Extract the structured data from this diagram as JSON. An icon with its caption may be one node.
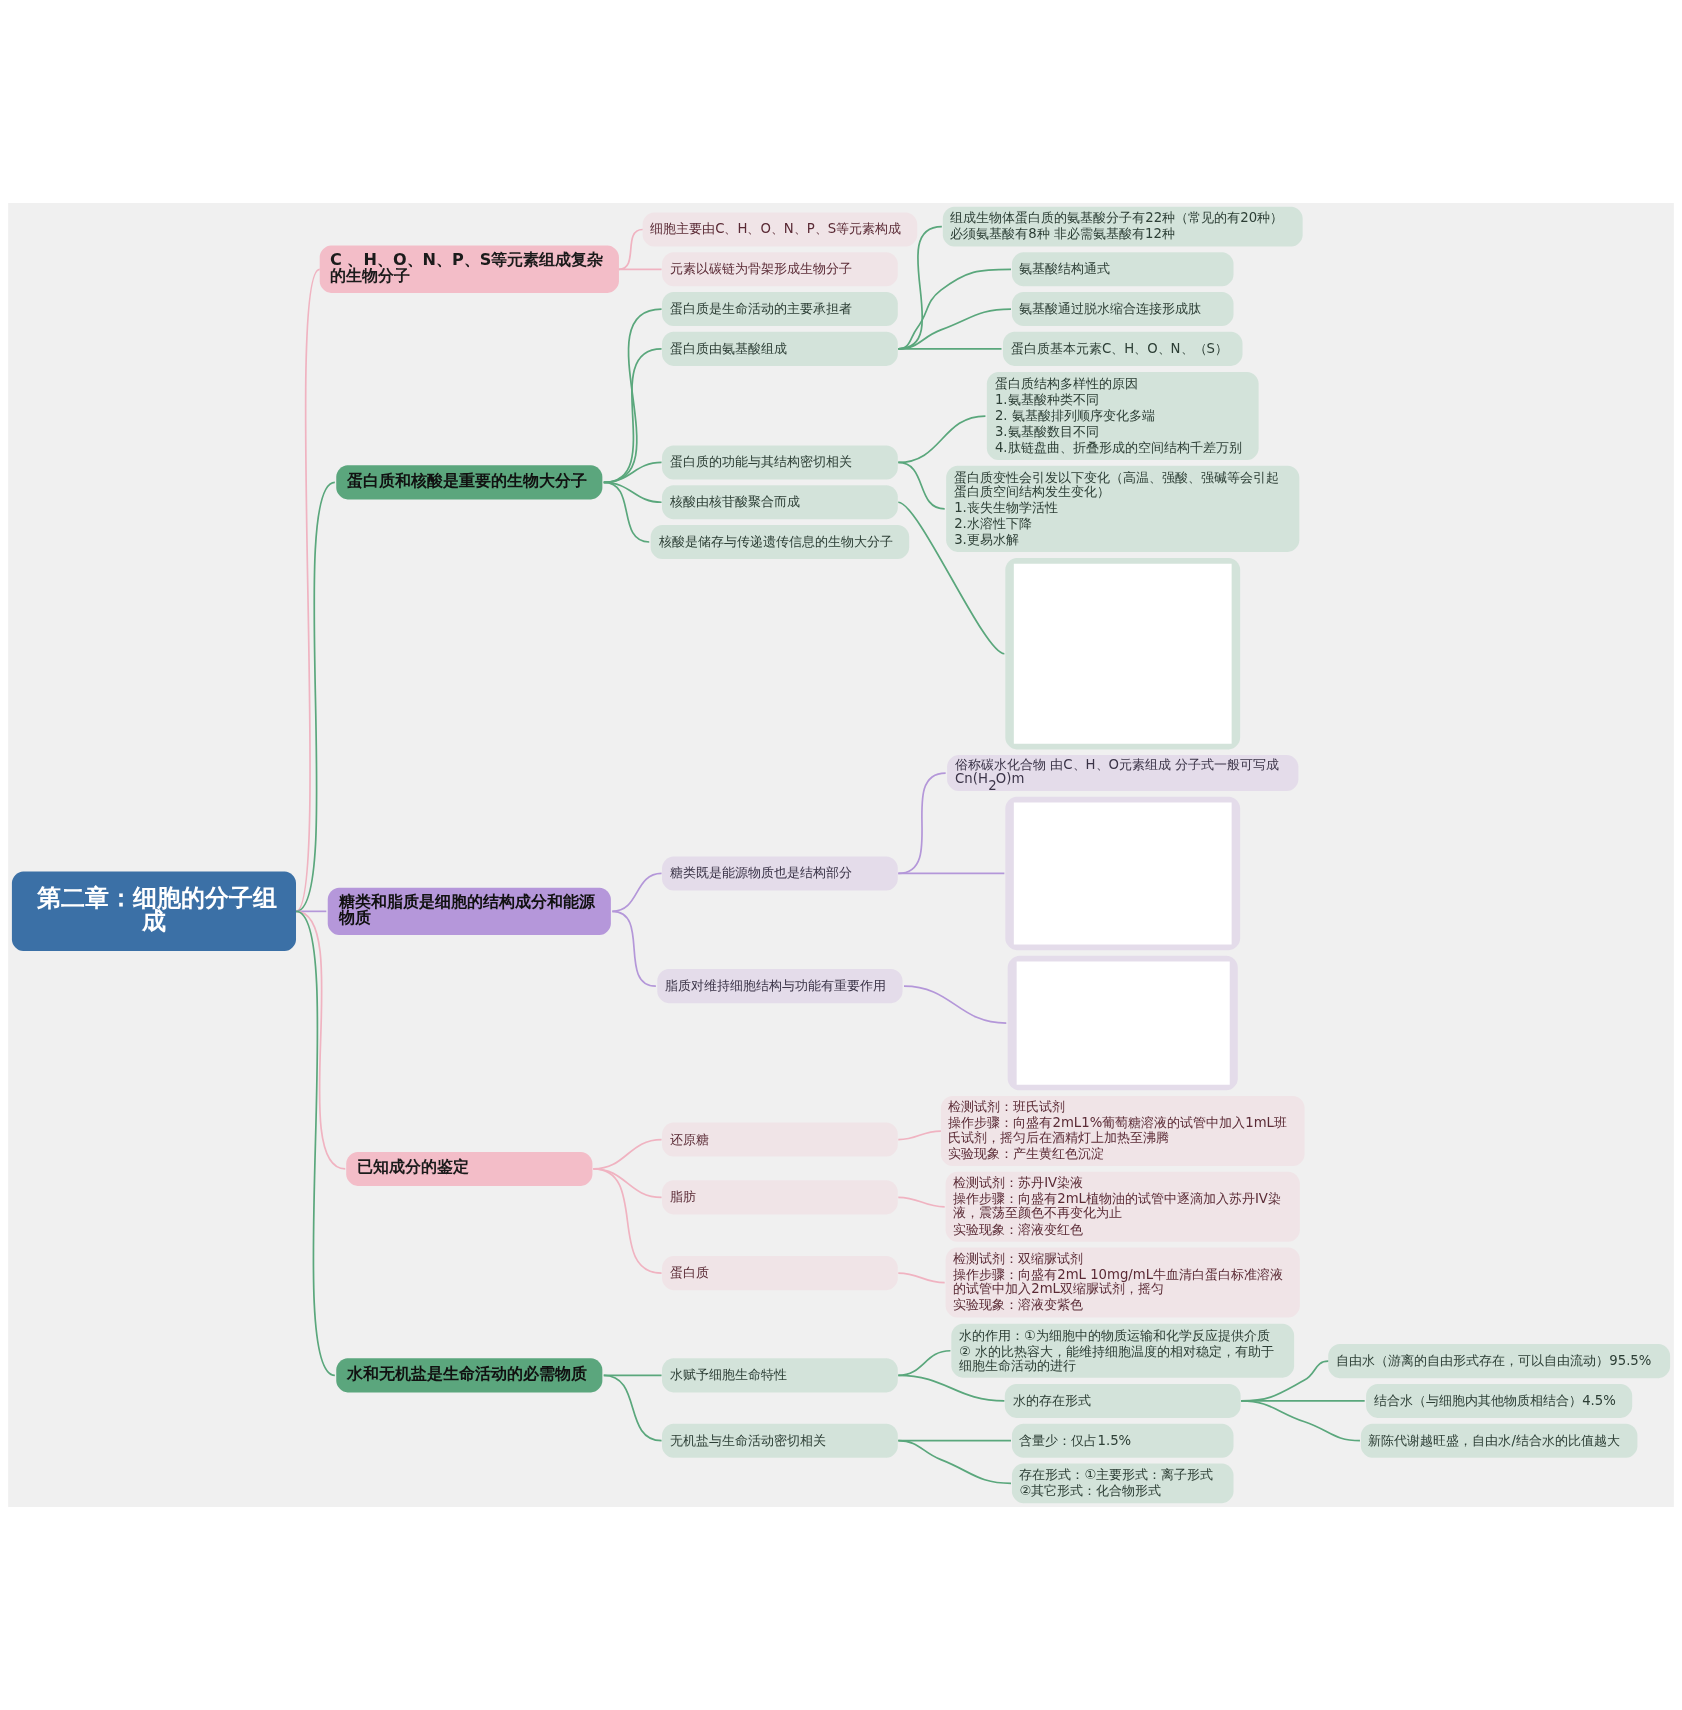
{
  "diagram": {
    "nodes": [
      {
        "text": [
          "第二章：细胞的分子组成"
        ]
      },
      {
        "text": [
          "C 、H、O、N、P、S等元素组成复杂的生物分子"
        ]
      },
      {
        "text": [
          "细胞主要由C、H、O、N、P、S等元素构成"
        ]
      },
      {
        "text": [
          "元素以碳链为骨架形成生物分子"
        ]
      },
      {
        "text": [
          "蛋白质和核酸是重要的生物大分子"
        ]
      },
      {
        "text": [
          "蛋白质是生命活动的主要承担者"
        ]
      },
      {
        "text": [
          "蛋白质由氨基酸组成"
        ]
      },
      {
        "text": [
          "组成生物体蛋白质的氨基酸分子有22种（常见的有20种）",
          "必须氨基酸有8种 非必需氨基酸有12种"
        ]
      },
      {
        "text": [
          "氨基酸结构通式"
        ]
      },
      {
        "text": [
          "氨基酸通过脱水缩合连接形成肽"
        ]
      },
      {
        "text": [
          "蛋白质基本元素C、H、O、N、（S）"
        ]
      },
      {
        "text": [
          "蛋白质的功能与其结构密切相关"
        ]
      },
      {
        "text": [
          "蛋白质结构多样性的原因",
          "1.氨基酸种类不同",
          "2. 氨基酸排列顺序变化多端",
          "3.氨基酸数目不同",
          "4.肽链盘曲、折叠形成的空间结构千差万别"
        ]
      },
      {
        "text": [
          "蛋白质变性会引发以下变化（高温、强酸、强碱等会引起蛋白质空间结构发生变化）",
          "1.丧失生物学活性",
          "2.水溶性下降",
          "3.更易水解"
        ]
      },
      {
        "text": [
          "核酸由核苷酸聚合而成"
        ]
      },
      {
        "text": [],
        "shape": "picture"
      },
      {
        "text": [
          "核酸是储存与传递遗传信息的生物大分子"
        ]
      },
      {
        "text": [
          "糖类和脂质是细胞的结构成分和能源物质"
        ]
      },
      {
        "text": [
          "糖类既是能源物质也是结构部分"
        ]
      },
      {
        "text": [
          "俗称碳水化合物 由C、H、O元素组成 分子式一般可写成Cn(H$_{2}$O)m"
        ]
      },
      {
        "text": [],
        "shape": "picture"
      },
      {
        "text": [
          "脂质对维持细胞结构与功能有重要作用"
        ]
      },
      {
        "text": [],
        "shape": "picture"
      },
      {
        "text": [
          "已知成分的鉴定"
        ]
      },
      {
        "text": [
          "还原糖"
        ]
      },
      {
        "text": [
          "检测试剂：班氏试剂",
          "操作步骤：向盛有2mL1%葡萄糖溶液的试管中加入1mL班氏试剂，摇匀后在酒精灯上加热至沸腾",
          "实验现象：产生黄红色沉淀"
        ]
      },
      {
        "text": [
          "脂肪"
        ]
      },
      {
        "text": [
          "检测试剂：苏丹IV染液",
          "操作步骤：向盛有2mL植物油的试管中逐滴加入苏丹IV染液，震荡至颜色不再变化为止",
          "实验现象：溶液变红色"
        ]
      },
      {
        "text": [
          "蛋白质"
        ]
      },
      {
        "text": [
          "检测试剂：双缩脲试剂",
          "操作步骤：向盛有2mL 10mg/mL牛血清白蛋白标准溶液的试管中加入2mL双缩脲试剂，摇匀",
          "实验现象：溶液变紫色"
        ]
      },
      {
        "text": [
          "水和无机盐是生命活动的必需物质"
        ]
      },
      {
        "text": [
          "水赋予细胞生命特性"
        ]
      },
      {
        "text": [
          "水的作用：①为细胞中的物质运输和化学反应提供介质",
          "② 水的比热容大，能维持细胞温度的相对稳定，有助于细胞生命活动的进行"
        ]
      },
      {
        "text": [
          "水的存在形式"
        ]
      },
      {
        "text": [
          "自由水（游离的自由形式存在，可以自由流动）95.5%"
        ]
      },
      {
        "text": [
          "结合水（与细胞内其他物质相结合）4.5%"
        ]
      },
      {
        "text": [
          "新陈代谢越旺盛，自由水/结合水的比值越大"
        ]
      },
      {
        "text": [
          "无机盐与生命活动密切相关"
        ]
      },
      {
        "text": [
          "含量少：仅占1.5%"
        ]
      },
      {
        "text": [
          "存在形式：①主要形式：离子形式",
          "②其它形式：化合物形式"
        ]
      }
    ],
    "edges": [
      {
        "from": 0,
        "to": 1,
        "arrow": "none",
        "color": "#f0b3c1"
      },
      {
        "from": 1,
        "to": 2,
        "arrow": "none",
        "color": "#f0b3c1"
      },
      {
        "from": 1,
        "to": 3,
        "arrow": "none",
        "color": "#f0b3c1"
      },
      {
        "from": 0,
        "to": 4,
        "arrow": "none"
      },
      {
        "from": 4,
        "to": 5,
        "arrow": "none"
      },
      {
        "from": 4,
        "to": 6,
        "arrow": "none"
      },
      {
        "from": 6,
        "to": 7,
        "arrow": "none"
      },
      {
        "from": 6,
        "to": 8,
        "arrow": "none"
      },
      {
        "from": 6,
        "to": 9,
        "arrow": "none"
      },
      {
        "from": 6,
        "to": 10,
        "arrow": "none"
      },
      {
        "from": 4,
        "to": 11,
        "arrow": "none"
      },
      {
        "from": 11,
        "to": 12,
        "arrow": "none"
      },
      {
        "from": 11,
        "to": 13,
        "arrow": "none"
      },
      {
        "from": 4,
        "to": 14,
        "arrow": "none"
      },
      {
        "from": 14,
        "to": 15,
        "arrow": "none"
      },
      {
        "from": 4,
        "to": 16,
        "arrow": "none"
      },
      {
        "from": 0,
        "to": 17,
        "arrow": "none",
        "color": "#b497d9"
      },
      {
        "from": 17,
        "to": 18,
        "arrow": "none",
        "color": "#b497d9"
      },
      {
        "from": 18,
        "to": 19,
        "arrow": "none",
        "color": "#b497d9"
      },
      {
        "from": 18,
        "to": 20,
        "arrow": "none",
        "color": "#b497d9"
      },
      {
        "from": 17,
        "to": 21,
        "arrow": "none",
        "color": "#b497d9"
      },
      {
        "from": 21,
        "to": 22,
        "arrow": "none",
        "color": "#b497d9"
      },
      {
        "from": 0,
        "to": 23,
        "arrow": "none",
        "color": "#f0b3c1"
      },
      {
        "from": 23,
        "to": 24,
        "arrow": "none",
        "color": "#f0b3c1"
      },
      {
        "from": 24,
        "to": 25,
        "arrow": "none",
        "color": "#f0b3c1"
      },
      {
        "from": 23,
        "to": 26,
        "arrow": "none",
        "color": "#f0b3c1"
      },
      {
        "from": 26,
        "to": 27,
        "arrow": "none",
        "color": "#f0b3c1"
      },
      {
        "from": 23,
        "to": 28,
        "arrow": "none",
        "color": "#f0b3c1"
      },
      {
        "from": 28,
        "to": 29,
        "arrow": "none",
        "color": "#f0b3c1"
      },
      {
        "from": 0,
        "to": 30,
        "arrow": "none"
      },
      {
        "from": 30,
        "to": 31,
        "arrow": "none"
      },
      {
        "from": 31,
        "to": 32,
        "arrow": "none"
      },
      {
        "from": 31,
        "to": 33,
        "arrow": "none"
      },
      {
        "from": 33,
        "to": 34,
        "arrow": "none"
      },
      {
        "from": 33,
        "to": 35,
        "arrow": "none"
      },
      {
        "from": 33,
        "to": 36,
        "arrow": "none"
      },
      {
        "from": 30,
        "to": 37,
        "arrow": "none"
      },
      {
        "from": 37,
        "to": 38,
        "arrow": "none"
      },
      {
        "from": 37,
        "to": 39,
        "arrow": "none"
      }
    ]
  }
}
